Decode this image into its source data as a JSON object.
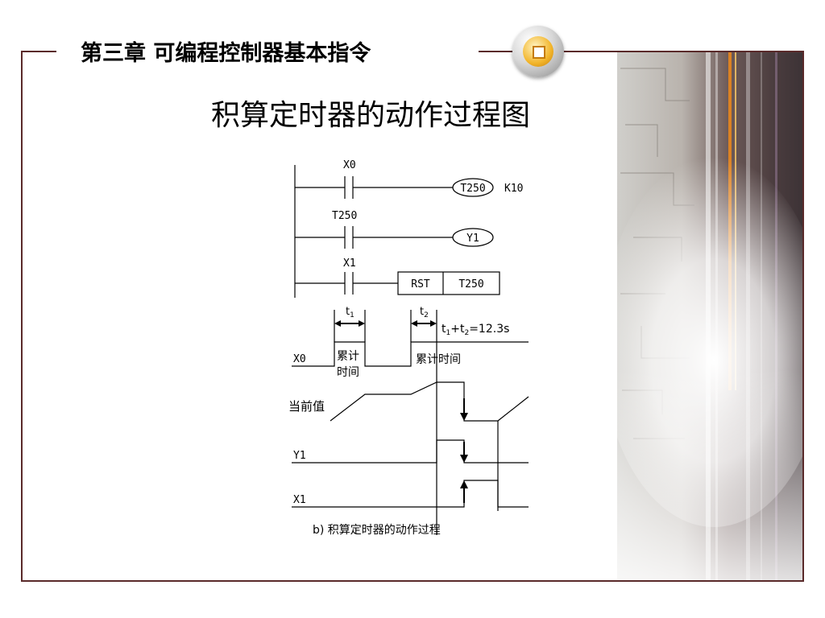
{
  "header": {
    "chapter_title": "第三章  可编程控制器基本指令"
  },
  "slide": {
    "title": "积算定时器的动作过程图"
  },
  "ladder": {
    "rung1": {
      "contact": "X0",
      "coil": "T250",
      "setting": "K10"
    },
    "rung2": {
      "contact": "T250",
      "coil": "Y1"
    },
    "rung3": {
      "contact": "X1",
      "instruction": "RST",
      "operand": "T250"
    }
  },
  "timing": {
    "t1_label": "t",
    "t1_sub": "1",
    "t2_label": "t",
    "t2_sub": "2",
    "sum_t1": "t",
    "sum_t1_sub": "1",
    "sum_plus": "+t",
    "sum_t2_sub": "2",
    "sum_value": "=12.3s",
    "x0_label": "X0",
    "accum_label_a1": "累计",
    "accum_label_a2": "时间",
    "accum_label_b": "累计时间",
    "current_value_label": "当前值",
    "y1_label": "Y1",
    "x1_label": "X1",
    "caption": "b)  积算定时器的动作过程"
  },
  "colors": {
    "frame": "#5a2a2a",
    "badge_accent": "#f2b52b"
  }
}
